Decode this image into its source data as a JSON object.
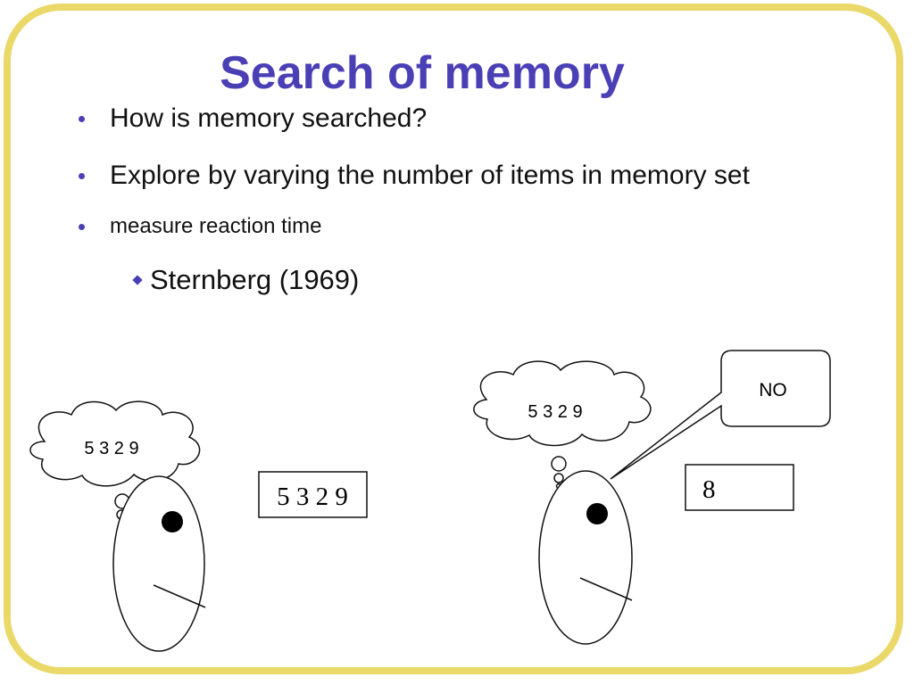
{
  "slide": {
    "title": "Search of memory",
    "bullets": [
      "How is memory searched?",
      "Explore by varying the number of items in memory set",
      "measure reaction time"
    ],
    "sub_bullet": "Sternberg (1969)"
  },
  "illustration": {
    "left_thought": "5 3 2 9",
    "memory_set_box": "5 3 2 9",
    "right_thought": "5 3 2 9",
    "probe_box": "8",
    "speech_bubble": "NO"
  },
  "colors": {
    "frame": "#ead868",
    "accent": "#4b3fb5"
  }
}
